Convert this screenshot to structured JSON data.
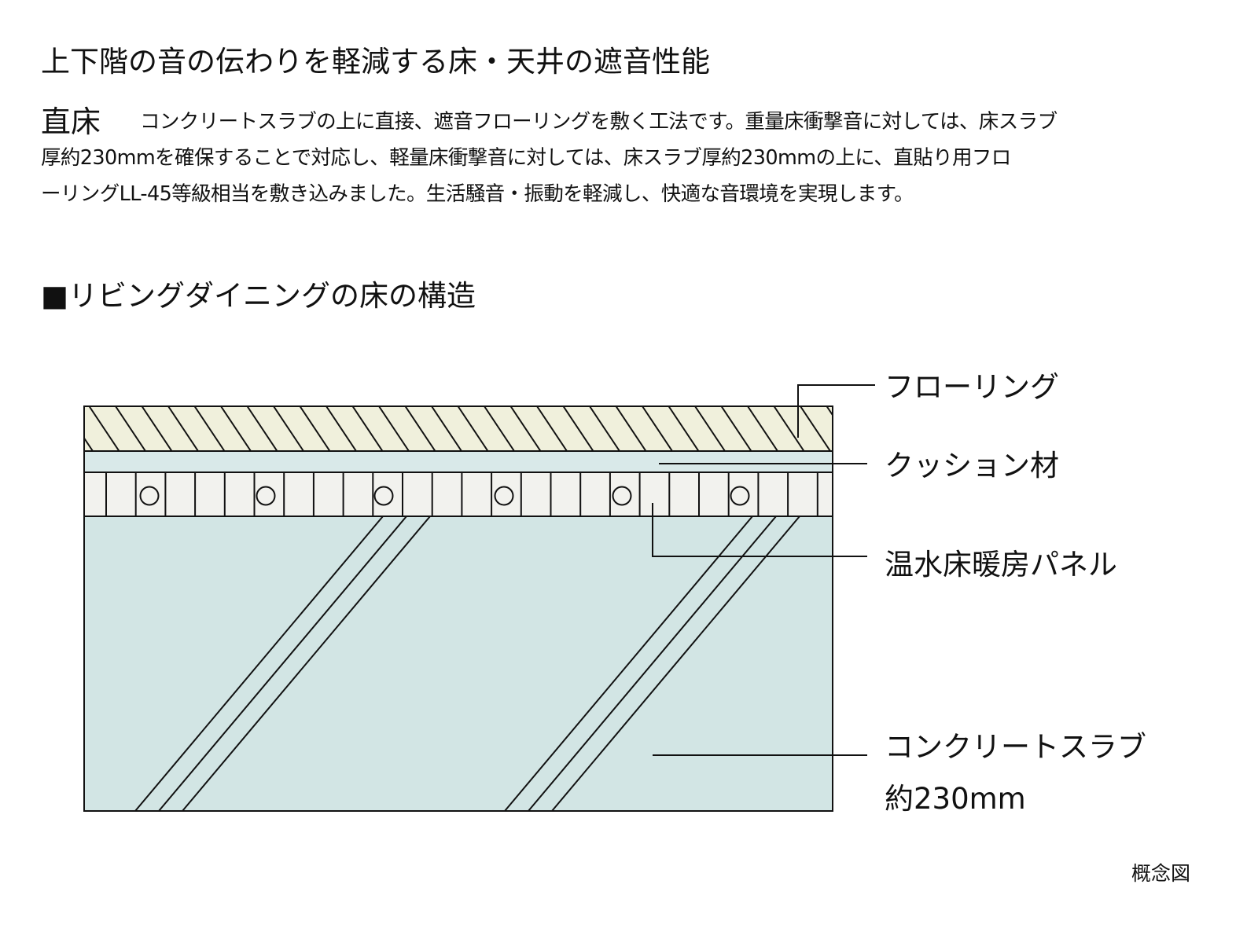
{
  "title": "上下階の音の伝わりを軽減する床・天井の遮音性能",
  "lead": "直床",
  "body": [
    "コンクリートスラブの上に直接、遮音フローリングを敷く工法です。重量床衝撃音に対しては、床スラブ",
    "厚約230mmを確保することで対応し、軽量床衝撃音に対しては、床スラブ厚約230mmの上に、直貼り用フロ",
    "ーリングLL-45等級相当を敷き込みました。生活騒音・振動を軽減し、快適な音環境を実現します。"
  ],
  "subtitle": "■リビングダイニングの床の構造",
  "labels": {
    "flooring": "フローリング",
    "cushion": "クッション材",
    "panel": "温水床暖房パネル",
    "slab": "コンクリートスラブ",
    "slab_thickness": "約230mm"
  },
  "note": "概念図",
  "colors": {
    "flooring": "#f0f0dc",
    "cushion": "#d9e9e9",
    "panel": "#f2f2ee",
    "slab": "#d2e5e4"
  }
}
